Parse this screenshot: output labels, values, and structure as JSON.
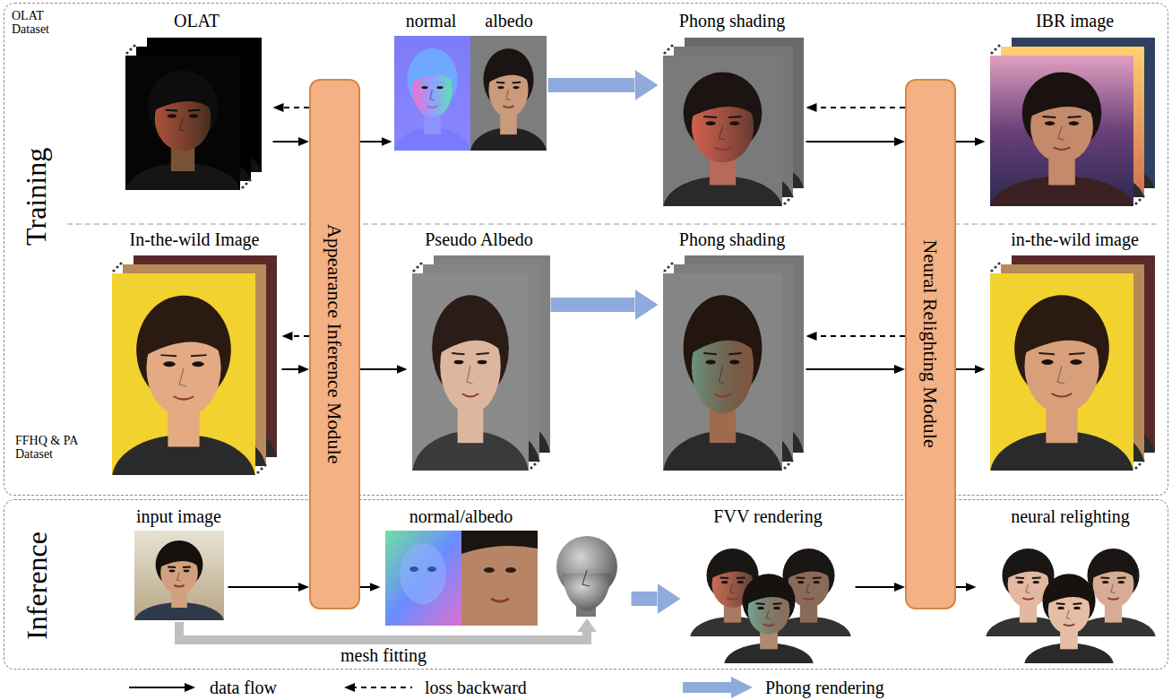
{
  "diagram": {
    "nodes": [
      {
        "text": [
          "OLAT Dataset",
          "Training",
          "FFHQ & PA Dataset"
        ]
      },
      {
        "text": [
          "OLAT"
        ],
        "in": 0
      },
      {
        "text": [
          "Appearance Inference Module"
        ]
      },
      {
        "text": [
          "normal",
          "albedo"
        ],
        "in": 0
      },
      {
        "text": [
          "Phong shading"
        ],
        "in": 0
      },
      {
        "text": [
          "Neural Relighting Module"
        ]
      },
      {
        "text": [
          "IBR image"
        ],
        "in": 0
      },
      {
        "text": [
          "In-the-wild Image"
        ],
        "in": 0
      },
      {
        "text": [
          "Pseudo Albedo"
        ],
        "in": 0
      },
      {
        "text": [
          "Phong shading"
        ],
        "in": 0
      },
      {
        "text": [
          "in-the-wild image"
        ],
        "in": 0
      },
      {
        "text": [
          "Inference"
        ]
      },
      {
        "text": [
          "input image"
        ],
        "in": 11
      },
      {
        "text": [
          "normal/albedo"
        ],
        "in": 11
      },
      {
        "text": [
          "FVV rendering"
        ],
        "in": 11
      },
      {
        "text": [
          "neural relighting"
        ],
        "in": 11
      }
    ],
    "edges": [
      {
        "from": 1,
        "to": 2,
        "arrow": "to"
      },
      {
        "from": 2,
        "to": 1,
        "arrow": "to"
      },
      {
        "from": 2,
        "to": 3,
        "arrow": "to"
      },
      {
        "from": 3,
        "to": 4,
        "arrow": "to"
      },
      {
        "from": 4,
        "to": 5,
        "arrow": "to"
      },
      {
        "from": 5,
        "to": 4,
        "arrow": "to"
      },
      {
        "from": 5,
        "to": 6,
        "arrow": "to"
      },
      {
        "from": 7,
        "to": 2,
        "arrow": "to"
      },
      {
        "from": 2,
        "to": 7,
        "arrow": "to"
      },
      {
        "from": 2,
        "to": 8,
        "arrow": "to"
      },
      {
        "from": 8,
        "to": 9,
        "arrow": "to"
      },
      {
        "from": 9,
        "to": 5,
        "arrow": "to"
      },
      {
        "from": 5,
        "to": 9,
        "arrow": "to"
      },
      {
        "from": 5,
        "to": 10,
        "arrow": "to"
      },
      {
        "from": 12,
        "to": 2,
        "arrow": "to"
      },
      {
        "from": 2,
        "to": 13,
        "arrow": "to"
      },
      {
        "from": 13,
        "to": 14,
        "arrow": "to"
      },
      {
        "from": 14,
        "to": 5,
        "arrow": "to"
      },
      {
        "from": 5,
        "to": 15,
        "arrow": "to"
      }
    ],
    "labels": [
      "mesh fitting"
    ],
    "legend": [
      {
        "text": "data flow"
      },
      {
        "text": "loss backward"
      },
      {
        "text": "Phong rendering"
      }
    ]
  }
}
